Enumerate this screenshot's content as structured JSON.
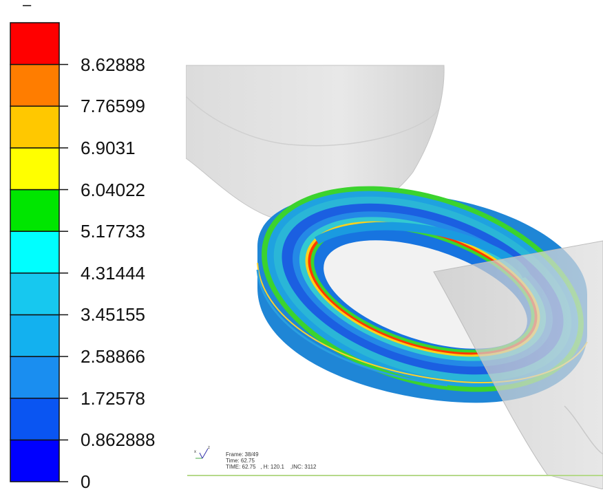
{
  "legend": {
    "header": "–",
    "bands": [
      {
        "color": "#0000ff"
      },
      {
        "color": "#0a55f2"
      },
      {
        "color": "#1a8ef0"
      },
      {
        "color": "#13b1ef"
      },
      {
        "color": "#17c8ef"
      },
      {
        "color": "#00ffff"
      },
      {
        "color": "#00e600"
      },
      {
        "color": "#ffff00"
      },
      {
        "color": "#ffc800"
      },
      {
        "color": "#ff7d00"
      },
      {
        "color": "#ff0000"
      }
    ],
    "labels": [
      "0",
      "0.862888",
      "1.72578",
      "2.58866",
      "3.45155",
      "4.31444",
      "5.17733",
      "6.04022",
      "6.9031",
      "7.76599",
      "8.62888"
    ]
  },
  "viewport": {
    "frame": "Frame: 38/49",
    "time": "Time: 62.75",
    "status_line": "TIME: 62.75   , H: 120.1    ,INC: 3112",
    "triad_axes": [
      "x",
      "z"
    ]
  },
  "colors": {
    "baseline": "#b5d98a",
    "tool": "#d9d9d9"
  }
}
